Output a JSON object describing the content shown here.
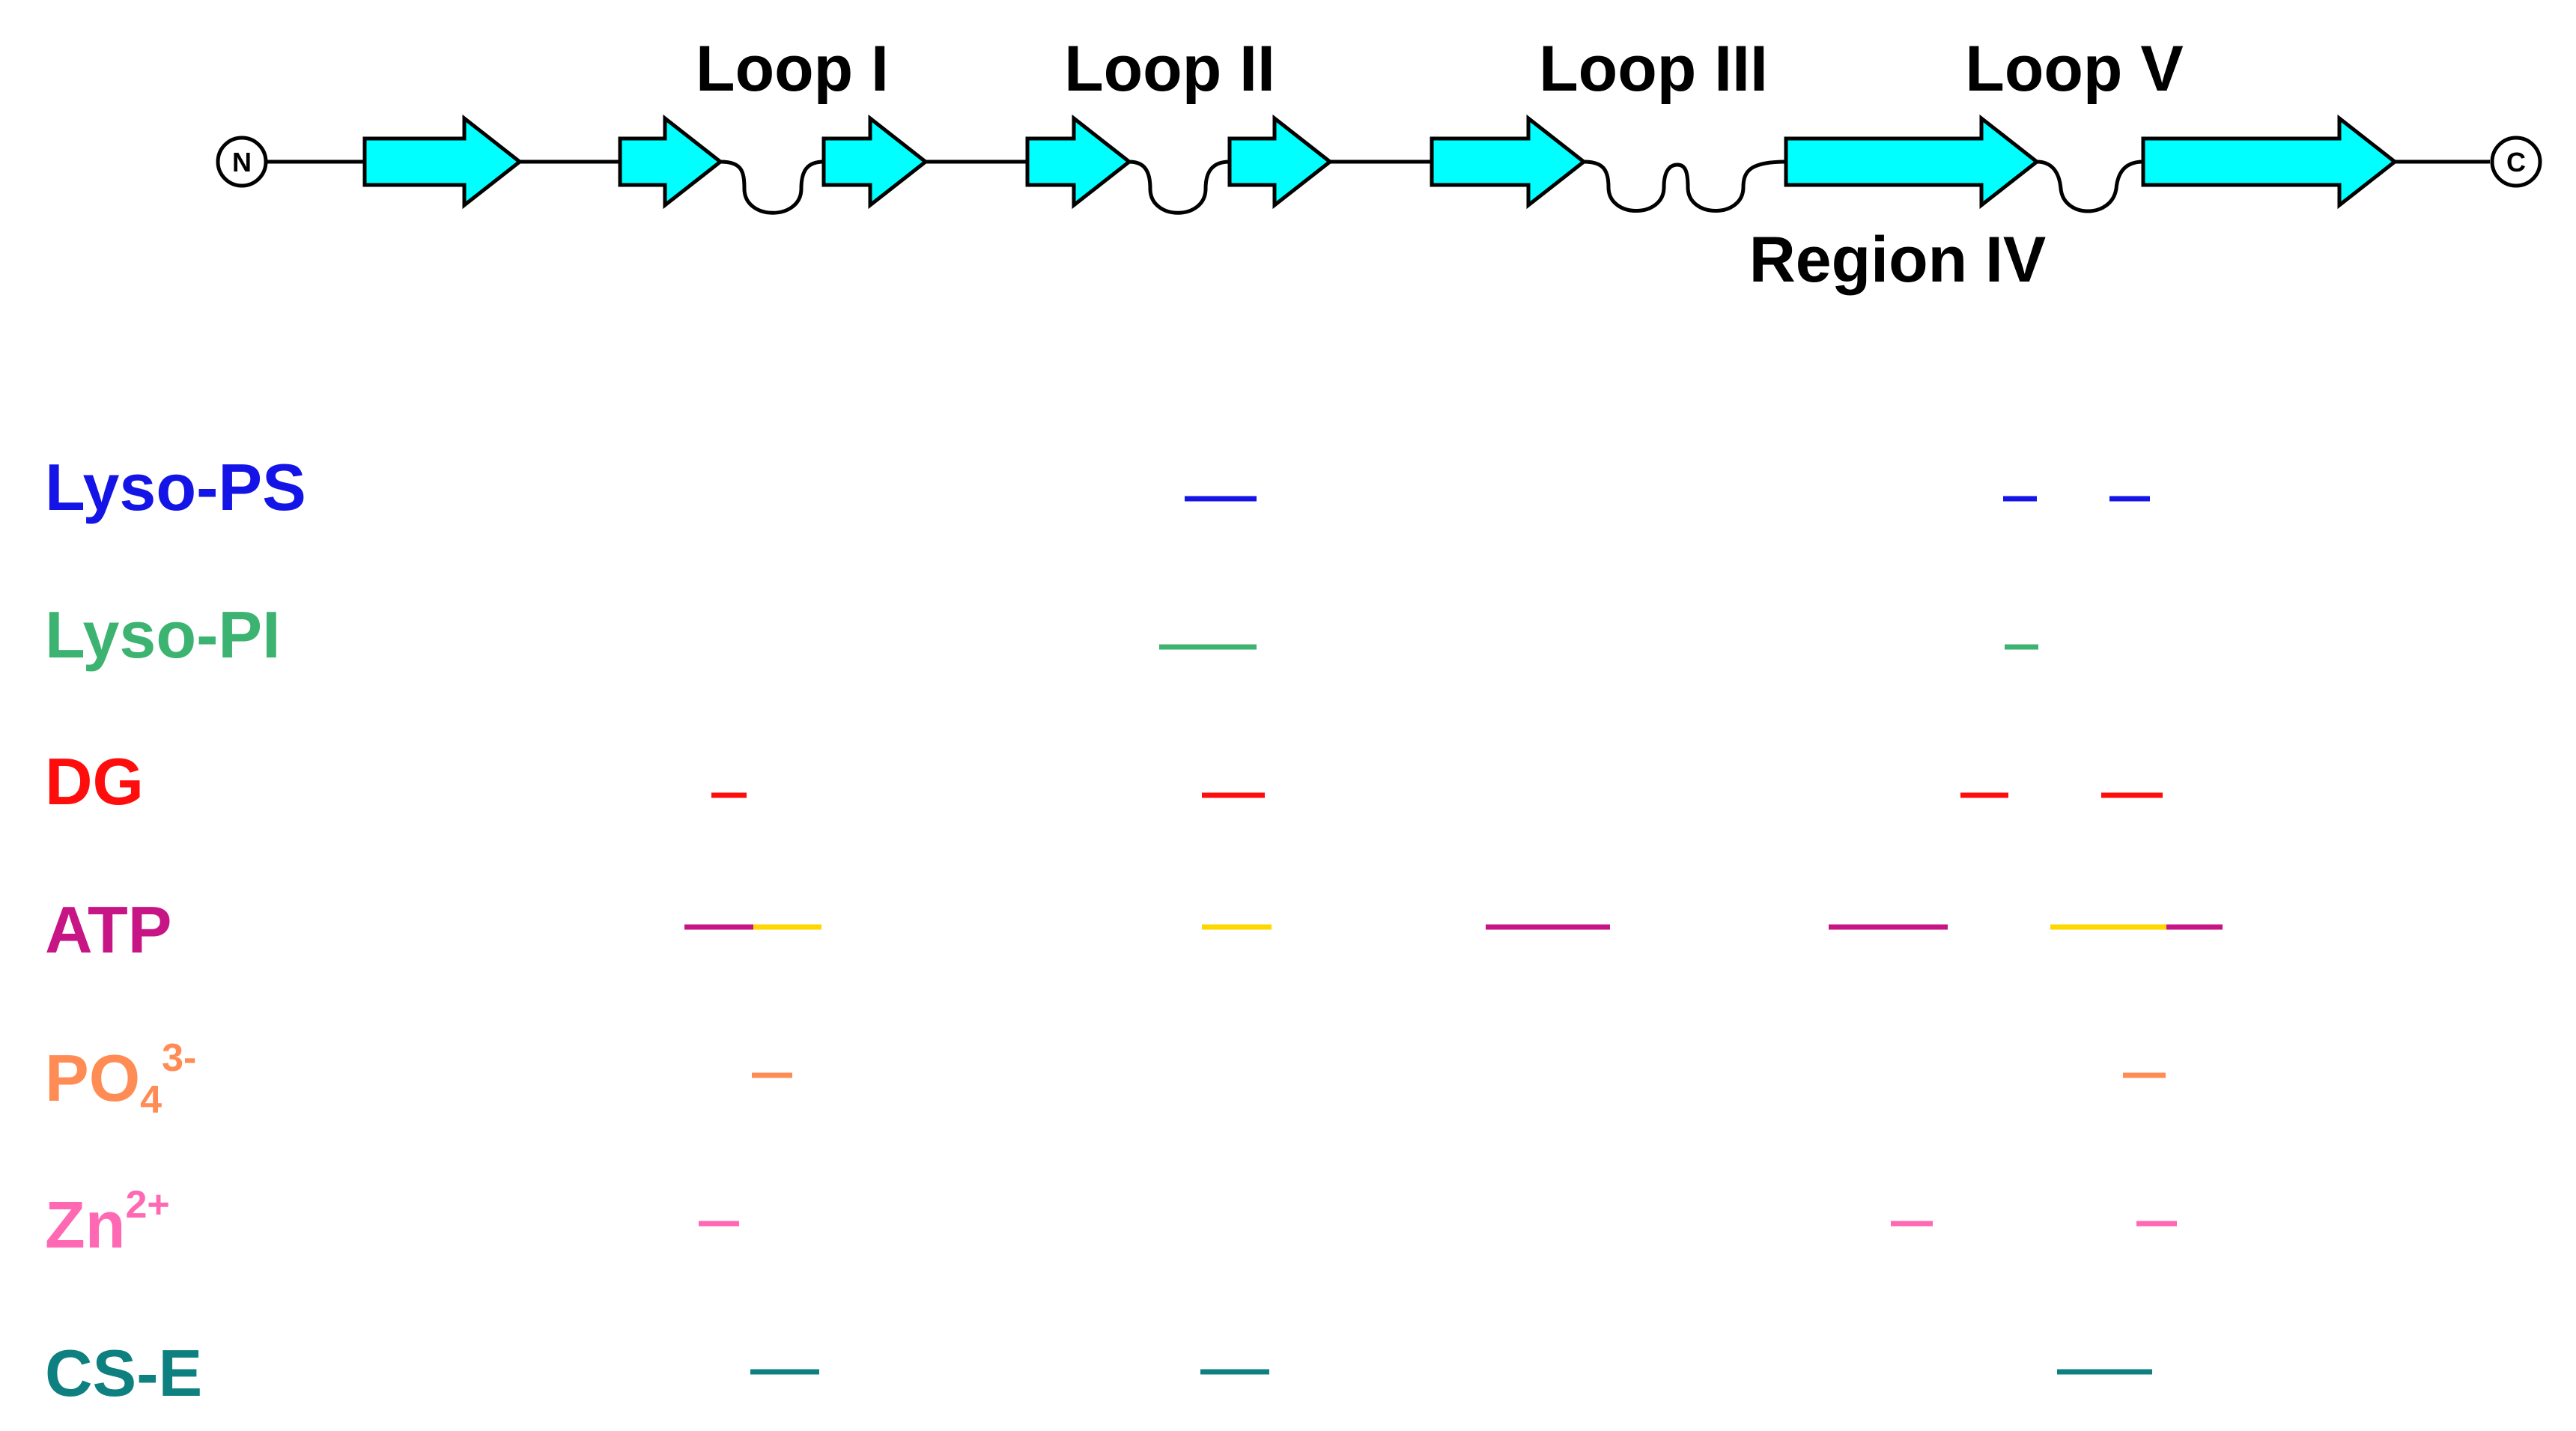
{
  "topology": {
    "n_terminus": "N",
    "c_terminus": "C",
    "loops": [
      {
        "id": "loop1",
        "label": "Loop I"
      },
      {
        "id": "loop2",
        "label": "Loop II"
      },
      {
        "id": "loop3",
        "label": "Loop III"
      },
      {
        "id": "region4",
        "label": "Region IV"
      },
      {
        "id": "loop5",
        "label": "Loop V"
      }
    ],
    "strand_color": "#00FFFF"
  },
  "ligands": [
    {
      "id": "lyso-ps",
      "label": "Lyso-PS",
      "color": "#1414E6"
    },
    {
      "id": "lyso-pi",
      "label": "Lyso-PI",
      "color": "#3CB371"
    },
    {
      "id": "dg",
      "label": "DG",
      "color": "#FF0D0D"
    },
    {
      "id": "atp",
      "label": "ATP",
      "color": "#C71585",
      "alt_color": "#FFD700"
    },
    {
      "id": "po4",
      "label": "PO",
      "sub": "4",
      "sup": "3-",
      "color": "#FF8C55"
    },
    {
      "id": "zn",
      "label": "Zn",
      "sup": "2+",
      "color": "#FF69B4"
    },
    {
      "id": "cs-e",
      "label": "CS-E",
      "color": "#0E8080"
    }
  ]
}
